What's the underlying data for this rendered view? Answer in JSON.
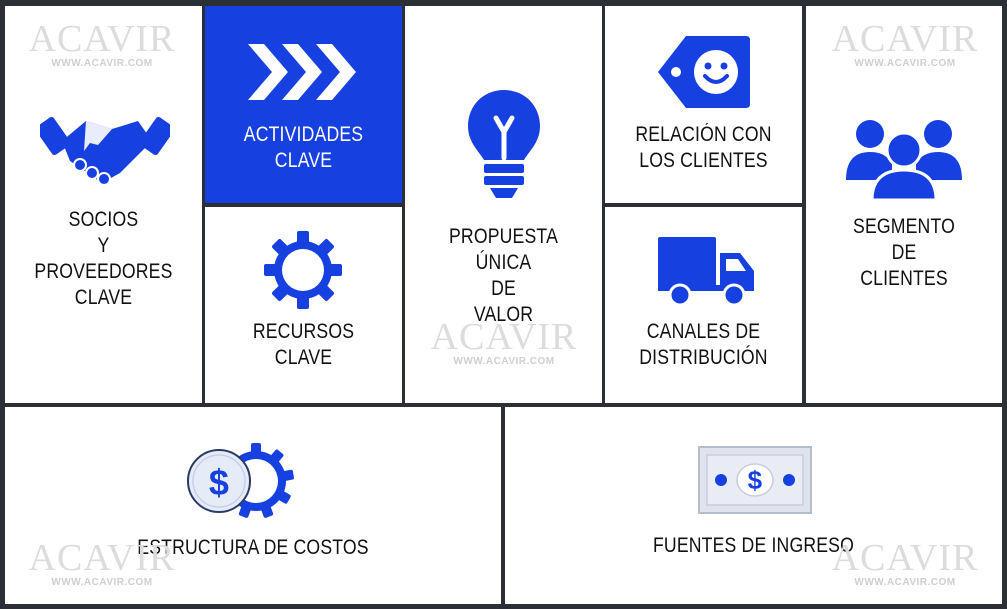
{
  "watermark": {
    "brand": "ACAVIR",
    "url": "WWW.ACAVIR.COM"
  },
  "colors": {
    "accent": "#1740e0",
    "border": "#2c3036",
    "text": "#111111"
  },
  "blocks": {
    "socios": {
      "lines": [
        "SOCIOS",
        "Y",
        "PROVEEDORES",
        "CLAVE"
      ],
      "icon": "handshake-icon"
    },
    "actividades": {
      "lines": [
        "ACTIVIDADES",
        "CLAVE"
      ],
      "icon": "triple-chevron-icon"
    },
    "recursos": {
      "lines": [
        "RECURSOS",
        "CLAVE"
      ],
      "icon": "gear-icon"
    },
    "propuesta": {
      "lines": [
        "PROPUESTA",
        "ÚNICA",
        "DE",
        "VALOR"
      ],
      "icon": "lightbulb-icon"
    },
    "relacion": {
      "lines": [
        "RELACIÓN CON",
        "LOS CLIENTES"
      ],
      "icon": "smiley-tag-icon"
    },
    "canales": {
      "lines": [
        "CANALES DE",
        "DISTRIBUCIÓN"
      ],
      "icon": "truck-icon"
    },
    "segmento": {
      "lines": [
        "SEGMENTO",
        "DE",
        "CLIENTES"
      ],
      "icon": "people-group-icon"
    },
    "costos": {
      "label": "ESTRUCTURA DE COSTOS",
      "icon": "coin-gear-icon",
      "symbol": "$"
    },
    "ingresos": {
      "label": "FUENTES DE INGRESO",
      "icon": "banknote-icon",
      "symbol": "$"
    }
  }
}
